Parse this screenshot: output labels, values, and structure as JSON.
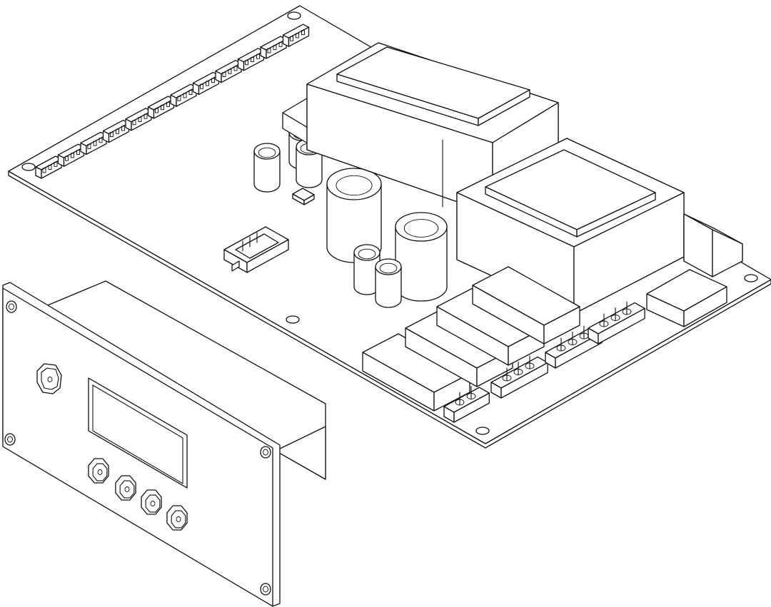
{
  "drawing": {
    "style": "isometric-line-art",
    "colors": {
      "line": "#111111",
      "background": "#ffffff"
    },
    "components": {
      "pcb_board": {
        "icon": "circuit-board-icon"
      },
      "terminal_strip": {
        "pins": 12
      },
      "transformers": {
        "count": 2
      },
      "capacitors": {
        "count": 7
      },
      "relays": {
        "count": 4
      },
      "header_connectors": {
        "count": 4
      },
      "ribbon_header": {
        "count": 1
      },
      "display_module": {
        "icon": "display-panel-icon",
        "buttons": {
          "count": 4,
          "icon": "push-button-icon"
        },
        "knob": {
          "count": 1,
          "icon": "knob-icon"
        },
        "screws": {
          "count": 4,
          "icon": "screw-icon"
        }
      }
    }
  }
}
